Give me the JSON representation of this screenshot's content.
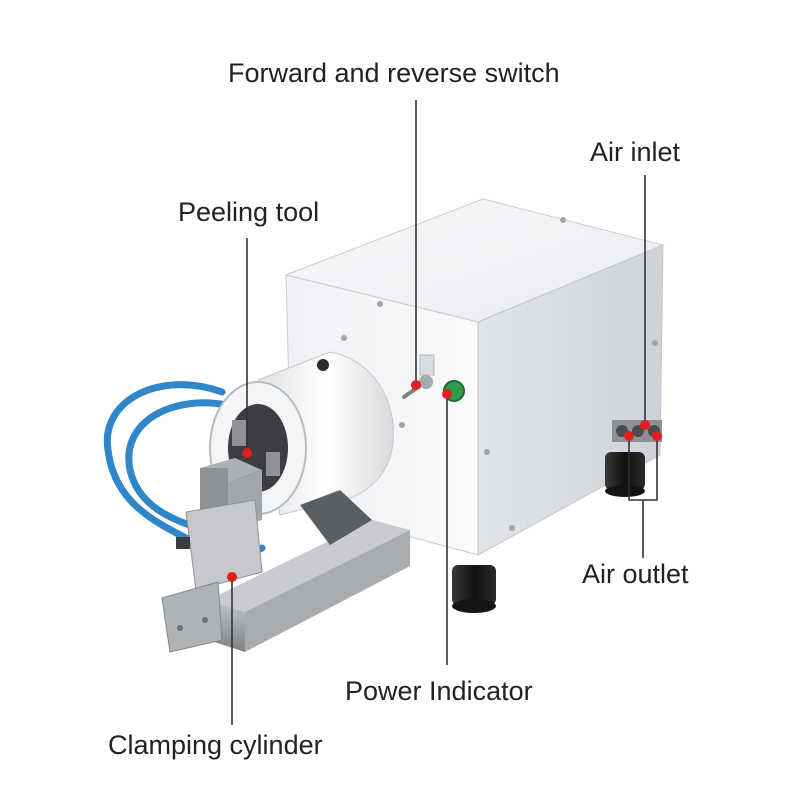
{
  "labels": {
    "forward_reverse_switch": "Forward and reverse switch",
    "air_inlet": "Air inlet",
    "peeling_tool": "Peeling tool",
    "air_outlet": "Air outlet",
    "power_indicator": "Power Indicator",
    "clamping_cylinder": "Clamping cylinder"
  },
  "colors": {
    "background": "#ffffff",
    "label_text": "#222222",
    "leader_line": "#333333",
    "marker_dot": "#e0201e",
    "housing": "#f2f3f5",
    "housing_shade": "#dcdee2",
    "steel": "#9a9c9f",
    "air_hose": "#2f86c9",
    "foot": "#1e1e1e",
    "indicator_green": "#2f9a4c"
  }
}
